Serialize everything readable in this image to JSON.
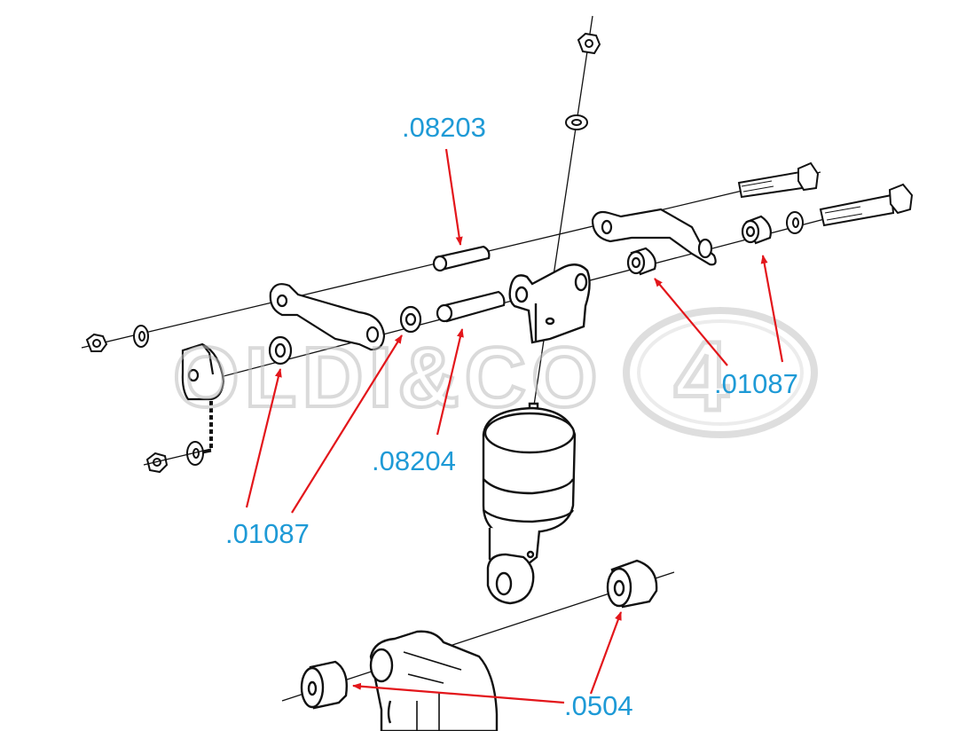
{
  "watermark": {
    "brand_text": "OLDI&CO",
    "logo_glyph": "4",
    "logo_icon": "oval-4-logo-icon"
  },
  "colors": {
    "label": "#1e9ad6",
    "arrow": "#e3161b",
    "line": "#111111",
    "watermark": "#c8c8c8"
  },
  "callouts": [
    {
      "id": "label-08203",
      "text": ".08203"
    },
    {
      "id": "label-08204",
      "text": ".08204"
    },
    {
      "id": "label-01087-left",
      "text": ".01087"
    },
    {
      "id": "label-01087-right",
      "text": ".01087"
    },
    {
      "id": "label-0504",
      "text": ".0504"
    }
  ]
}
